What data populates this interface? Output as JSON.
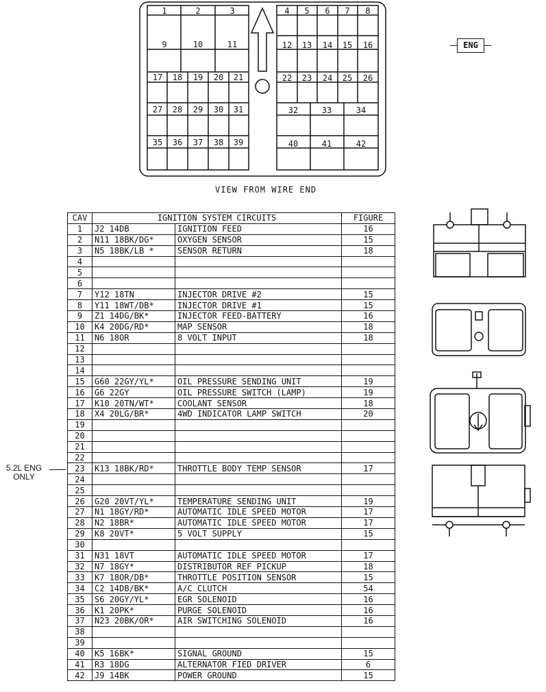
{
  "connector_view": {
    "label": "VIEW FROM WIRE END",
    "eng_tag": "ENG",
    "left_cavities": [
      "1",
      "2",
      "3",
      "9",
      "10",
      "11",
      "17",
      "18",
      "19",
      "20",
      "21",
      "27",
      "28",
      "29",
      "30",
      "31",
      "35",
      "36",
      "37",
      "38",
      "39"
    ],
    "right_cavities": [
      "4",
      "5",
      "6",
      "7",
      "8",
      "12",
      "13",
      "14",
      "15",
      "16",
      "22",
      "23",
      "24",
      "25",
      "26",
      "32",
      "33",
      "34",
      "40",
      "41",
      "42"
    ]
  },
  "table": {
    "headers": {
      "cav": "CAV",
      "circuits": "IGNITION SYSTEM CIRCUITS",
      "figure": "FIGURE"
    },
    "rows": [
      {
        "cav": "1",
        "wire": "J2 14DB",
        "desc": "IGNITION FEED",
        "fig": "16"
      },
      {
        "cav": "2",
        "wire": "N11 18BK/DG*",
        "desc": "OXYGEN SENSOR",
        "fig": "15"
      },
      {
        "cav": "3",
        "wire": "N5 18BK/LB *",
        "desc": "SENSOR RETURN",
        "fig": "18"
      },
      {
        "cav": "4",
        "wire": "",
        "desc": "",
        "fig": ""
      },
      {
        "cav": "5",
        "wire": "",
        "desc": "",
        "fig": ""
      },
      {
        "cav": "6",
        "wire": "",
        "desc": "",
        "fig": ""
      },
      {
        "cav": "7",
        "wire": "Y12 18TN",
        "desc": "INJECTOR DRIVE #2",
        "fig": "15"
      },
      {
        "cav": "8",
        "wire": "Y11 18WT/DB*",
        "desc": "INJECTOR DRIVE #1",
        "fig": "15"
      },
      {
        "cav": "9",
        "wire": "Z1 14DG/BK*",
        "desc": "INJECTOR FEED-BATTERY",
        "fig": "16"
      },
      {
        "cav": "10",
        "wire": "K4 20DG/RD*",
        "desc": "MAP SENSOR",
        "fig": "18"
      },
      {
        "cav": "11",
        "wire": "N6 18OR",
        "desc": "8 VOLT INPUT",
        "fig": "18"
      },
      {
        "cav": "12",
        "wire": "",
        "desc": "",
        "fig": ""
      },
      {
        "cav": "13",
        "wire": "",
        "desc": "",
        "fig": ""
      },
      {
        "cav": "14",
        "wire": "",
        "desc": "",
        "fig": ""
      },
      {
        "cav": "15",
        "wire": "G60 22GY/YL*",
        "desc": "OIL PRESSURE SENDING UNIT",
        "fig": "19"
      },
      {
        "cav": "16",
        "wire": "G6 22GY",
        "desc": "OIL PRESSURE SWITCH (LAMP)",
        "fig": "19"
      },
      {
        "cav": "17",
        "wire": "K10 20TN/WT*",
        "desc": "COOLANT SENSOR",
        "fig": "18"
      },
      {
        "cav": "18",
        "wire": "X4 20LG/BR*",
        "desc": "4WD INDICATOR LAMP SWITCH",
        "fig": "20"
      },
      {
        "cav": "19",
        "wire": "",
        "desc": "",
        "fig": ""
      },
      {
        "cav": "20",
        "wire": "",
        "desc": "",
        "fig": ""
      },
      {
        "cav": "21",
        "wire": "",
        "desc": "",
        "fig": ""
      },
      {
        "cav": "22",
        "wire": "",
        "desc": "",
        "fig": ""
      },
      {
        "cav": "23",
        "wire": "K13 18BK/RD*",
        "desc": "THROTTLE BODY TEMP SENSOR",
        "fig": "17"
      },
      {
        "cav": "24",
        "wire": "",
        "desc": "",
        "fig": ""
      },
      {
        "cav": "25",
        "wire": "",
        "desc": "",
        "fig": ""
      },
      {
        "cav": "26",
        "wire": "G20 20VT/YL*",
        "desc": "TEMPERATURE SENDING UNIT",
        "fig": "19"
      },
      {
        "cav": "27",
        "wire": "N1 18GY/RD*",
        "desc": "AUTOMATIC IDLE SPEED MOTOR",
        "fig": "17"
      },
      {
        "cav": "28",
        "wire": "N2 18BR*",
        "desc": "AUTOMATIC IDLE SPEED MOTOR",
        "fig": "17"
      },
      {
        "cav": "29",
        "wire": "K8 20VT*",
        "desc": "5 VOLT SUPPLY",
        "fig": "15"
      },
      {
        "cav": "30",
        "wire": "",
        "desc": "",
        "fig": ""
      },
      {
        "cav": "31",
        "wire": "N31 18VT",
        "desc": "AUTOMATIC IDLE SPEED MOTOR",
        "fig": "17"
      },
      {
        "cav": "32",
        "wire": "N7 18GY*",
        "desc": "DISTRIBUTOR REF PICKUP",
        "fig": "18"
      },
      {
        "cav": "33",
        "wire": "K7 18OR/DB*",
        "desc": "THROTTLE POSITION SENSOR",
        "fig": "15"
      },
      {
        "cav": "34",
        "wire": "C2 14DB/BK*",
        "desc": "A/C CLUTCH",
        "fig": "54"
      },
      {
        "cav": "35",
        "wire": "S6 20GY/YL*",
        "desc": "EGR SOLENOID",
        "fig": "16"
      },
      {
        "cav": "36",
        "wire": "K1 20PK*",
        "desc": "PURGE SOLENOID",
        "fig": "16"
      },
      {
        "cav": "37",
        "wire": "N23 20BK/OR*",
        "desc": "AIR SWITCHING SOLENOID",
        "fig": "16"
      },
      {
        "cav": "38",
        "wire": "",
        "desc": "",
        "fig": ""
      },
      {
        "cav": "39",
        "wire": "",
        "desc": "",
        "fig": ""
      },
      {
        "cav": "40",
        "wire": "K5 16BK*",
        "desc": "SIGNAL GROUND",
        "fig": "15"
      },
      {
        "cav": "41",
        "wire": "R3 18DG",
        "desc": "ALTERNATOR FIED DRIVER",
        "fig": "6"
      },
      {
        "cav": "42",
        "wire": "J9 14BK",
        "desc": "POWER GROUND",
        "fig": "15"
      }
    ]
  },
  "note": {
    "line1": "5.2L ENG",
    "line2": "ONLY"
  }
}
